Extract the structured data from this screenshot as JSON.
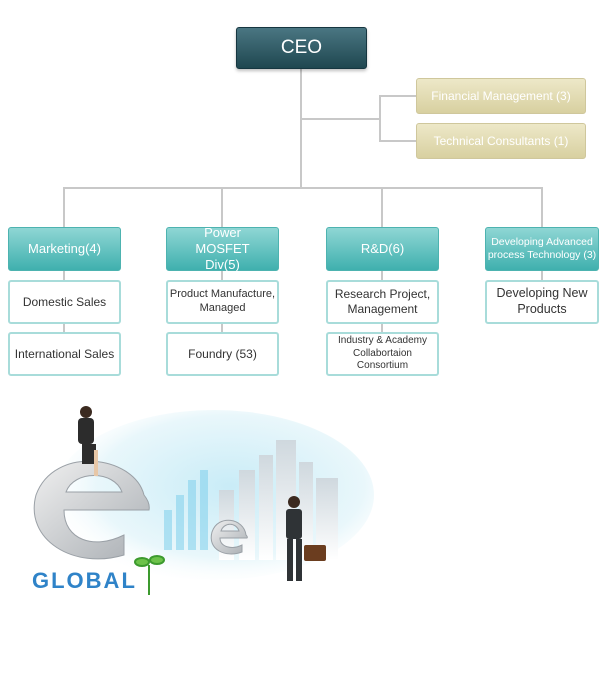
{
  "org_chart": {
    "ceo": "CEO",
    "side_units": [
      {
        "label": "Financial Management (3)"
      },
      {
        "label": "Technical Consultants (1)"
      }
    ],
    "departments": [
      {
        "title": "Marketing(4)",
        "children": [
          "Domestic Sales",
          "International Sales"
        ]
      },
      {
        "title": "Power MOSFET Div(5)",
        "children": [
          "Product Manufacture, Managed",
          "Foundry (53)"
        ]
      },
      {
        "title": "R&D(6)",
        "children": [
          "Research Project, Management",
          "Industry & Academy Collabortaion Consortium"
        ]
      },
      {
        "title": "Developing Advanced process Technology (3)",
        "children": [
          "Developing New Products"
        ]
      }
    ]
  },
  "illustration": {
    "logo_text": "GLOBAL"
  },
  "colors": {
    "ceo": "#2c5561",
    "side_unit": "#e2dbb3",
    "department": "#5cc3c1",
    "sub_border": "#a8dcda",
    "connector": "#c8c8c8"
  }
}
